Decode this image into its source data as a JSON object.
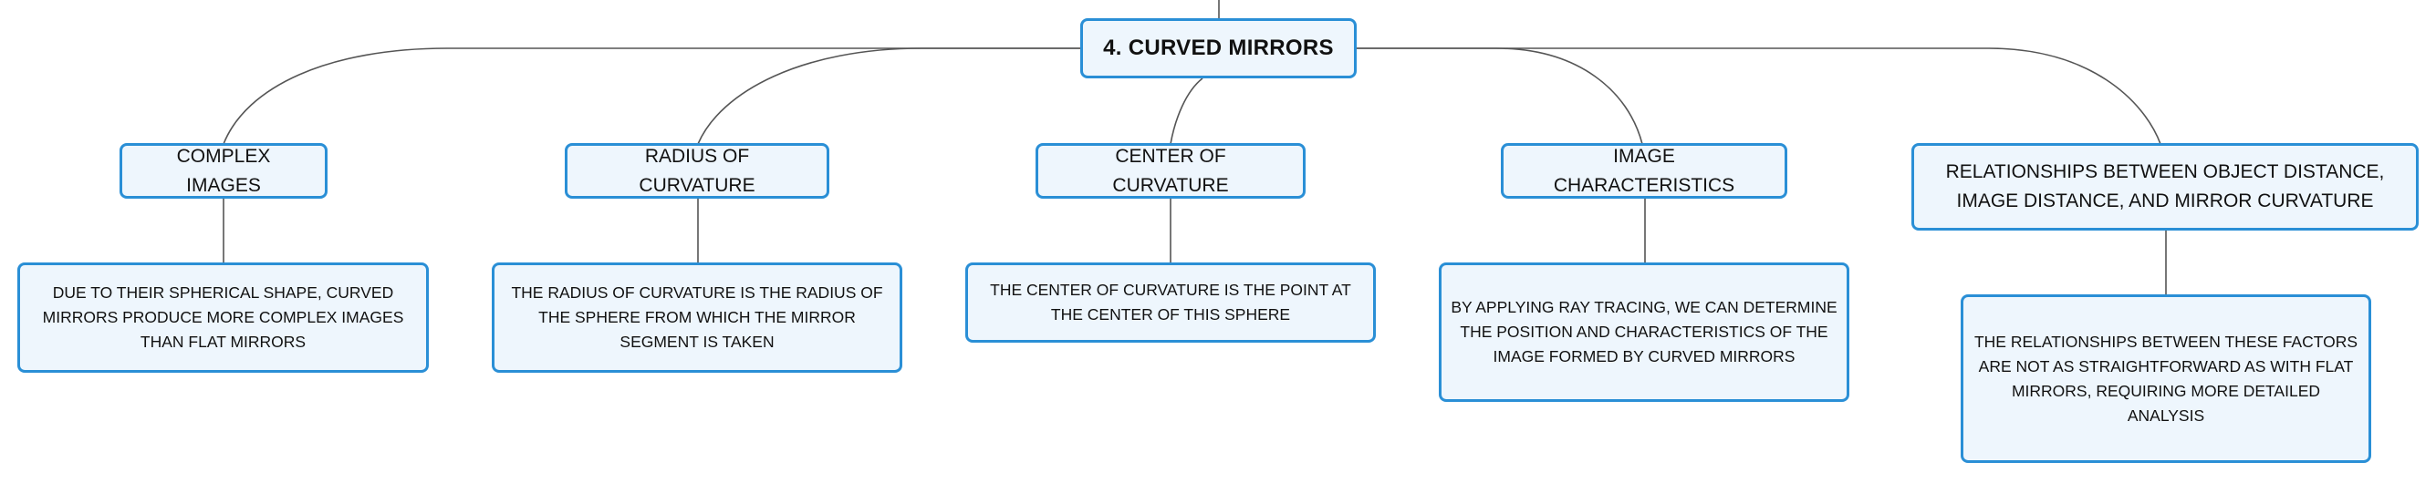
{
  "mindmap": {
    "root": {
      "label": "4. CURVED MIRRORS"
    },
    "topics": [
      {
        "label": "COMPLEX IMAGES",
        "detail": "DUE TO THEIR SPHERICAL SHAPE, CURVED MIRRORS PRODUCE MORE COMPLEX IMAGES THAN FLAT MIRRORS"
      },
      {
        "label": "RADIUS OF CURVATURE",
        "detail": "THE RADIUS OF CURVATURE IS THE RADIUS OF THE SPHERE FROM WHICH THE MIRROR SEGMENT IS TAKEN"
      },
      {
        "label": "CENTER OF CURVATURE",
        "detail": "THE CENTER OF CURVATURE IS THE POINT AT THE CENTER OF THIS SPHERE"
      },
      {
        "label": "IMAGE CHARACTERISTICS",
        "detail": "BY APPLYING RAY TRACING, WE CAN DETERMINE THE POSITION AND CHARACTERISTICS OF THE IMAGE FORMED BY CURVED MIRRORS"
      },
      {
        "label": "RELATIONSHIPS BETWEEN OBJECT DISTANCE, IMAGE DISTANCE, AND MIRROR CURVATURE",
        "detail": "THE RELATIONSHIPS BETWEEN THESE FACTORS ARE NOT AS STRAIGHTFORWARD AS WITH FLAT MIRRORS, REQUIRING MORE DETAILED ANALYSIS"
      }
    ]
  },
  "colors": {
    "node_border": "#2a8fd6",
    "node_fill": "#eef6fd",
    "connector": "#555555"
  }
}
